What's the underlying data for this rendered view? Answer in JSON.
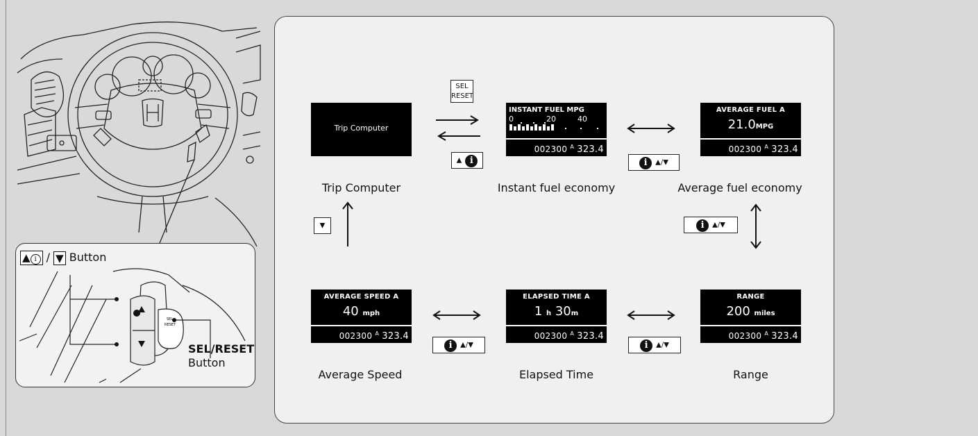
{
  "callout": {
    "button_slash": "/",
    "button_word": "Button",
    "sel_reset_bold": "SEL/RESET",
    "sel_reset_word": "Button"
  },
  "flow": {
    "sel_reset_key": [
      "SEL",
      "RESET"
    ],
    "screens": {
      "trip": {
        "text": "Trip Computer",
        "caption": "Trip Computer"
      },
      "instant": {
        "header": "INSTANT FUEL  MPG",
        "scale": [
          "0",
          "20",
          "40"
        ],
        "caption": "Instant fuel economy"
      },
      "average_fuel": {
        "header": "AVERAGE FUEL A",
        "value": "21.0",
        "unit": "MPG",
        "caption": "Average fuel economy"
      },
      "range": {
        "header": "RANGE",
        "value": "200",
        "unit": "miles",
        "caption": "Range"
      },
      "elapsed": {
        "header": "ELAPSED TIME A",
        "value_h": "1",
        "unit_h": "h",
        "value_m": "30",
        "unit_m": "m",
        "caption": "Elapsed Time"
      },
      "avg_speed": {
        "header": "AVERAGE SPEED A",
        "value": "40",
        "unit": "mph",
        "caption": "Average Speed"
      }
    },
    "odo": {
      "total": "002300",
      "trip_mark": "A",
      "trip": "323.4"
    },
    "info_button": {
      "icon": "i",
      "arrows": "▲/▼"
    },
    "up_info": {
      "arrow": "▲",
      "icon": "i"
    },
    "down_key": "▼"
  },
  "icons": [
    "info-icon",
    "up-triangle-icon",
    "down-triangle-icon",
    "right-arrow-icon",
    "left-arrow-icon",
    "double-arrow-icon",
    "up-arrow-icon"
  ]
}
